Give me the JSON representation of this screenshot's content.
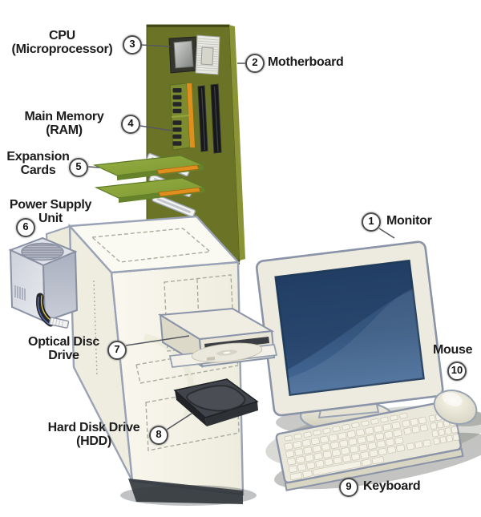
{
  "labels": {
    "monitor": {
      "number": "1",
      "lines": [
        "Monitor"
      ]
    },
    "motherboard": {
      "number": "2",
      "lines": [
        "Motherboard"
      ]
    },
    "cpu": {
      "number": "3",
      "lines": [
        "CPU",
        "(Microprocessor)"
      ]
    },
    "ram": {
      "number": "4",
      "lines": [
        "Main Memory",
        "(RAM)"
      ]
    },
    "expansion_cards": {
      "number": "5",
      "lines": [
        "Expansion",
        "Cards"
      ]
    },
    "power_supply": {
      "number": "6",
      "lines": [
        "Power Supply",
        "Unit"
      ]
    },
    "optical_drive": {
      "number": "7",
      "lines": [
        "Optical Disc",
        "Drive"
      ]
    },
    "hdd": {
      "number": "8",
      "lines": [
        "Hard Disk Drive",
        "(HDD)"
      ]
    },
    "keyboard": {
      "number": "9",
      "lines": [
        "Keyboard"
      ]
    },
    "mouse": {
      "number": "10",
      "lines": [
        "Mouse"
      ]
    }
  },
  "colors": {
    "background": "#ffffff",
    "label_text": "#1c1c1c",
    "callout_border": "#4a4a4a",
    "callout_fill": "#ffffff",
    "leader_line": "#55585e",
    "motherboard_green": "#6b7426",
    "motherboard_edge": "#8a9436",
    "card_green": "#8fa93c",
    "connector_orange": "#df8f1e",
    "slot_black": "#17181a",
    "case_white": "#f7f5ea",
    "case_outline": "#9aa2b5",
    "dash_line": "#a9ac9d",
    "screen_blue_dark": "#223f63",
    "screen_blue": "#446a97",
    "bezel_cream": "#edebdf",
    "hardware_cream": "#f0eee2",
    "psu_grey": "#c6cad4",
    "hdd_dark": "#41444a",
    "shadow_olive": "#4a5140"
  }
}
